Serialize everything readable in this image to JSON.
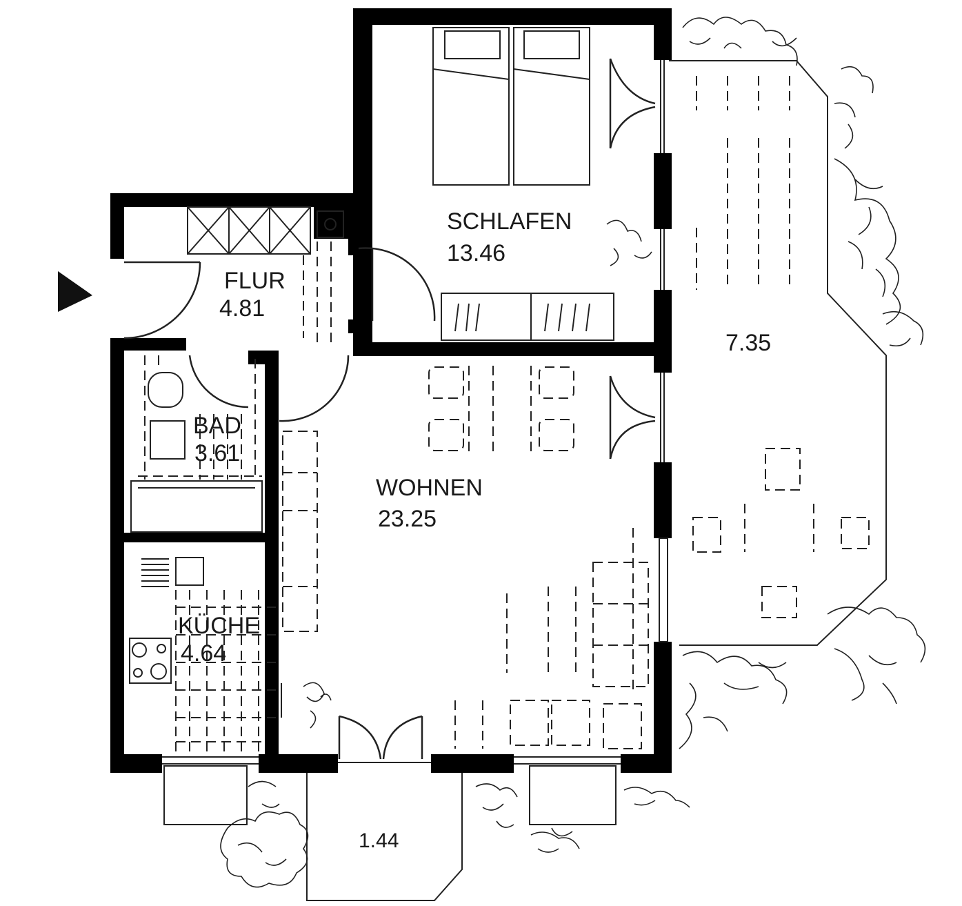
{
  "rooms": {
    "schlafen": {
      "name": "SCHLAFEN",
      "area": "13.46"
    },
    "flur": {
      "name": "FLUR",
      "area": "4.81"
    },
    "bad": {
      "name": "BAD",
      "area": "3.61"
    },
    "kueche": {
      "name": "KÜCHE",
      "area": "4.64"
    },
    "wohnen": {
      "name": "WOHNEN",
      "area": "23.25"
    }
  },
  "terrace": {
    "area": "7.35"
  },
  "balcony": {
    "area": "1.44"
  },
  "entrance": {
    "icon": "entrance-arrow-icon"
  }
}
